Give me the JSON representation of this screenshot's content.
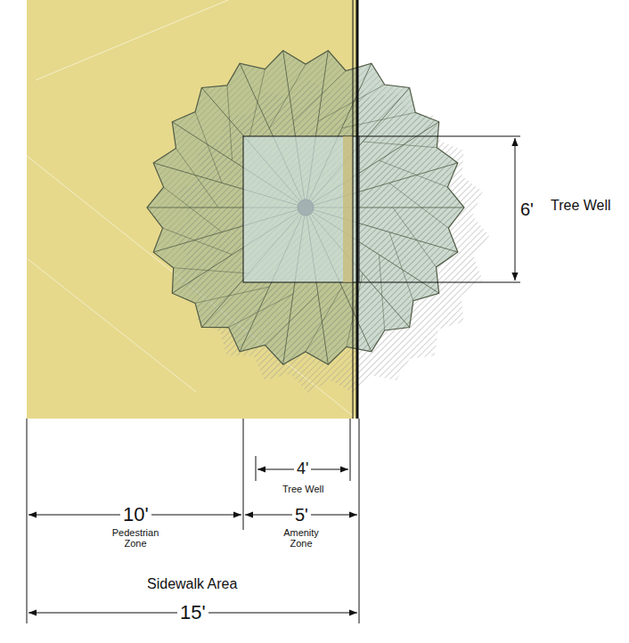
{
  "diagram": {
    "labels": [
      "6'",
      "Tree Well",
      "4'",
      "Tree Well",
      "10'",
      "Pedestrian Zone",
      "5'",
      "Amenity Zone",
      "Sidewalk Area",
      "15'"
    ]
  }
}
